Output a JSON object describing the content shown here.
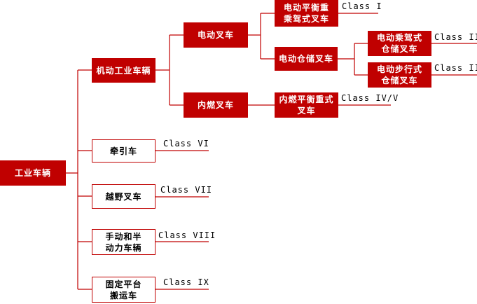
{
  "diagram": {
    "root": {
      "label": "工业车辆"
    },
    "branches": {
      "powered": {
        "label": "机动工业车辆"
      },
      "tractor": {
        "label": "牵引车",
        "class": "Class VI"
      },
      "offroad": {
        "label": "越野叉车",
        "class": "Class VII"
      },
      "manual": {
        "label": "手动和半\n动力车辆",
        "class": "Class VIII"
      },
      "platform": {
        "label": "固定平台\n搬运车",
        "class": "Class IX"
      }
    },
    "powered_children": {
      "electric": {
        "label": "电动叉车"
      },
      "combustion": {
        "label": "内燃叉车"
      }
    },
    "electric_children": {
      "counterbalance": {
        "label": "电动平衡重\n乘驾式叉车",
        "class": "Class I"
      },
      "warehouse": {
        "label": "电动仓储叉车"
      }
    },
    "warehouse_children": {
      "rider": {
        "label": "电动乘驾式\n仓储叉车",
        "class": "Class II"
      },
      "walkie": {
        "label": "电动步行式\n仓储叉车",
        "class": "Class III"
      }
    },
    "combustion_children": {
      "ic_counterbalance": {
        "label": "内燃平衡重式\n叉车",
        "class": "Class IV/V"
      }
    },
    "colors": {
      "brand_red": "#c00000",
      "line": "#c00000",
      "text_on_red": "#ffffff",
      "text": "#000000"
    }
  }
}
